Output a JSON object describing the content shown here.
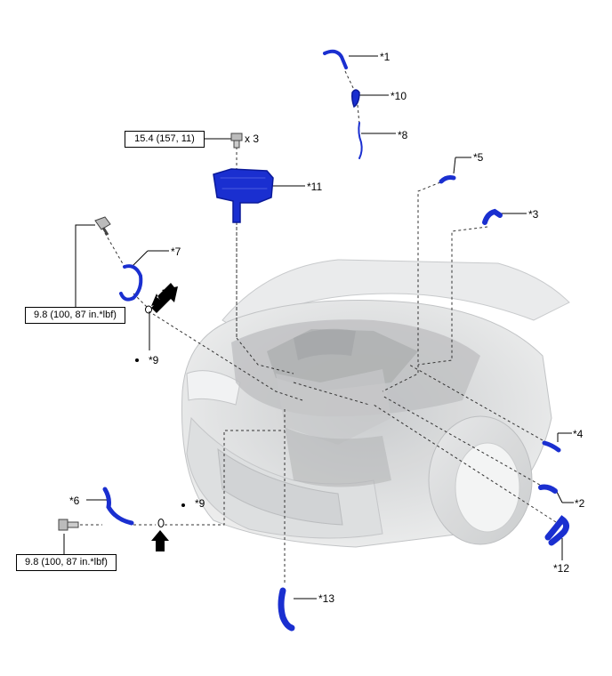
{
  "callouts": {
    "c1": "*1",
    "c2": "*2",
    "c3": "*3",
    "c4": "*4",
    "c5": "*5",
    "c6": "*6",
    "c7": "*7",
    "c8": "*8",
    "c9a": "*9",
    "c9b": "*9",
    "c10": "*10",
    "c11": "*11",
    "c12": "*12",
    "c13": "*13"
  },
  "torque": {
    "top": "15.4 (157, 11)",
    "left_upper": "9.8 (100, 87 in.*lbf)",
    "left_lower": "9.8 (100, 87 in.*lbf)"
  },
  "quantity": "x 3",
  "colors": {
    "part_blue": "#1a2fd0",
    "part_dark": "#0b1a99",
    "engine_gray": "#d6d8da"
  },
  "icons": [
    "bolt-icon",
    "arrow-icon",
    "o-ring-icon"
  ]
}
